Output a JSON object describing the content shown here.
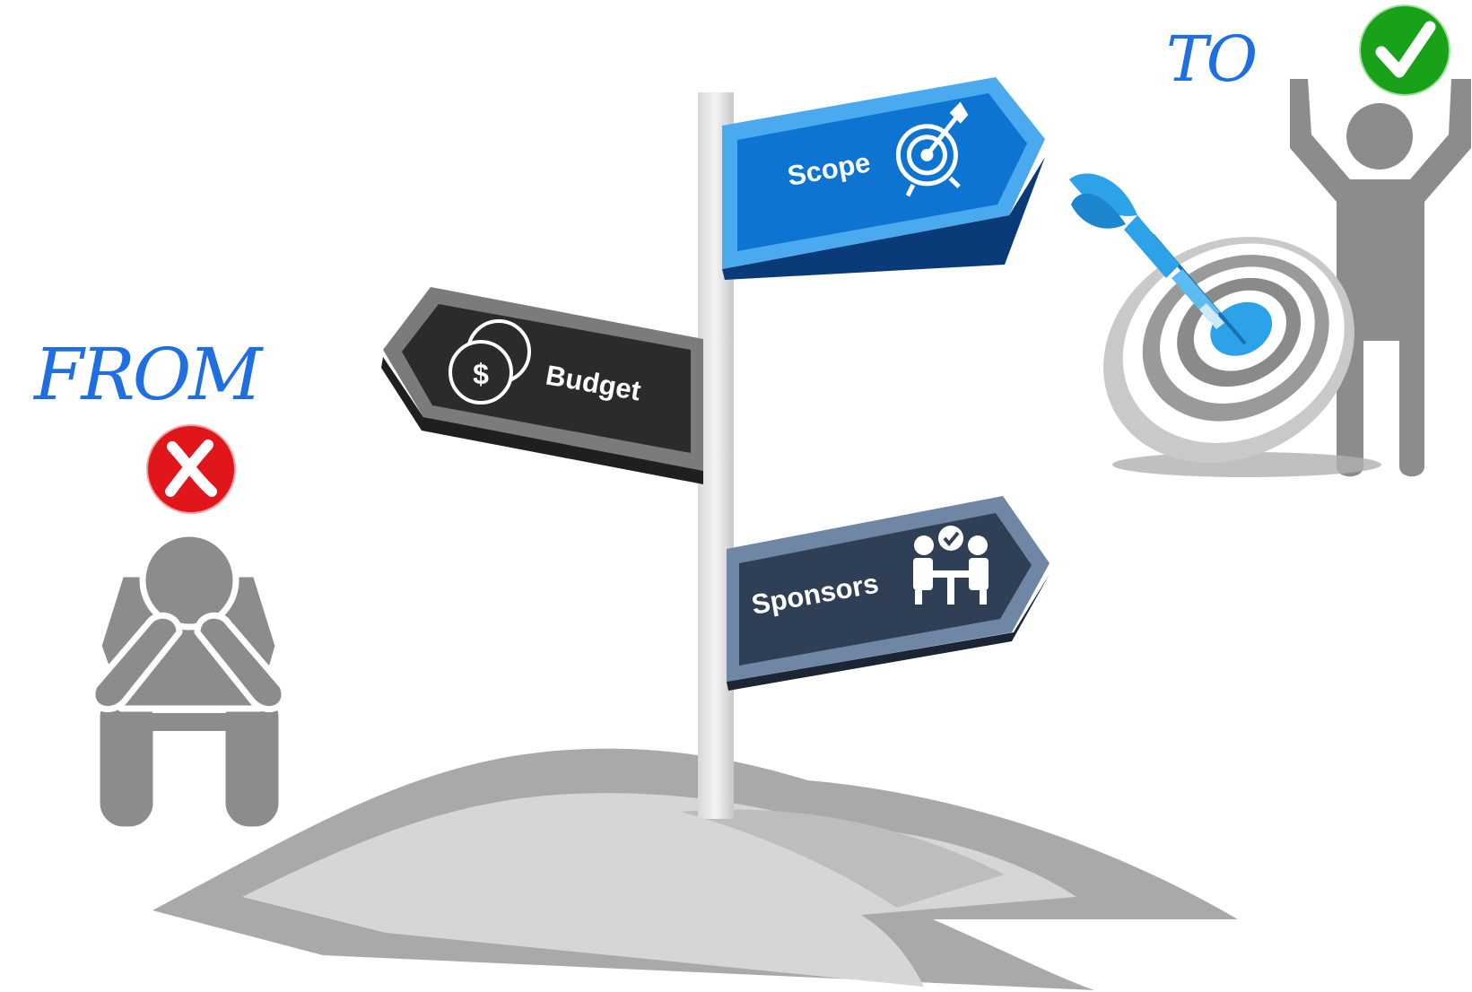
{
  "captions": {
    "from": "FROM",
    "to": "TO"
  },
  "signs": {
    "scope": {
      "label": "Scope",
      "icon": "target-arrow-icon"
    },
    "budget": {
      "label": "Budget",
      "icon": "dollar-coins-icon",
      "symbol": "$"
    },
    "sponsors": {
      "label": "Sponsors",
      "icon": "meeting-people-icon"
    }
  },
  "status": {
    "from": "cross-icon",
    "to": "check-icon"
  },
  "colors": {
    "caption_blue": "#1f6fe0",
    "scope_blue": "#0d74d1",
    "budget_dark": "#2b2b2b",
    "sponsors_navy": "#2f4056",
    "cross_red": "#e0161b",
    "check_green": "#1aa11a",
    "figure_gray": "#8c8c8c",
    "dart_blue": "#2ea2e8"
  }
}
